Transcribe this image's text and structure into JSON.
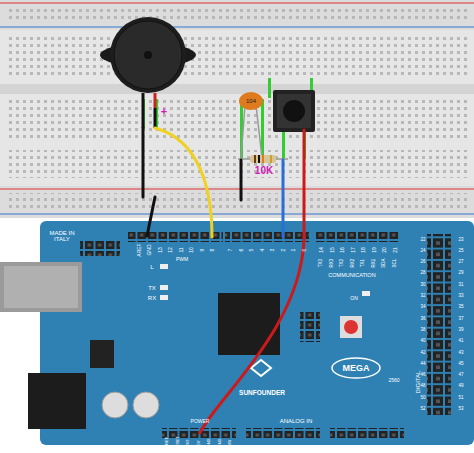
{
  "diagram": {
    "labels": [
      "+",
      "104",
      "10K",
      "MADE IN ITALY",
      "AREF",
      "GND",
      "13",
      "12",
      "11",
      "10",
      "9",
      "8",
      "7",
      "6",
      "5",
      "4",
      "3",
      "2",
      "1",
      "0",
      "14",
      "15",
      "16",
      "17",
      "18",
      "19",
      "20",
      "21",
      "TX3",
      "RX3",
      "TX2",
      "RX2",
      "TX1",
      "RX1",
      "SDA",
      "SCL",
      "PWM",
      "L",
      "TX",
      "RX",
      "COMMUNICATION",
      "ON",
      "SUNFOUNDER",
      "MEGA",
      "2560",
      "POWER",
      "ANALOG IN",
      "DIGITAL",
      "IOREF",
      "RESET",
      "3V3",
      "5V",
      "GND",
      "GND",
      "VIN",
      "22",
      "24",
      "26",
      "28",
      "30",
      "32",
      "34",
      "36",
      "38",
      "40",
      "42",
      "44",
      "46",
      "48",
      "50",
      "52",
      "23",
      "25",
      "27",
      "29",
      "31",
      "33",
      "35",
      "37",
      "39",
      "41",
      "43",
      "45",
      "47",
      "49",
      "51",
      "53"
    ]
  }
}
